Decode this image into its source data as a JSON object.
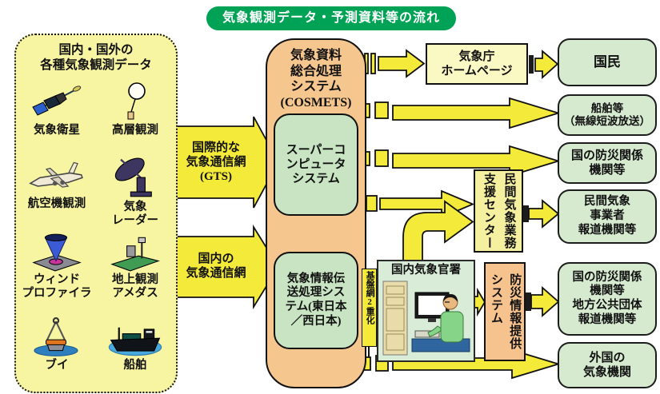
{
  "title": "気象観測データ・予測資料等の流れ",
  "colors": {
    "title_green": "#00A355",
    "panel_yellow": "#F7F5A2",
    "arrow_yellow": "#F4EA3A",
    "cosmets_peach": "#F6C68F",
    "recipient_green": "#D6EAD0",
    "homepage_yellow": "#FBF9C3"
  },
  "left_panel": {
    "title": "国内・国外の\n各種気象観測データ",
    "items": [
      {
        "label": "気象衛星",
        "icon": "satellite-icon"
      },
      {
        "label": "高層観測",
        "icon": "balloon-icon"
      },
      {
        "label": "航空機観測",
        "icon": "airplane-icon"
      },
      {
        "label": "気象\nレーダー",
        "icon": "radar-icon"
      },
      {
        "label": "ウィンド\nプロファイラ",
        "icon": "wind-profiler-icon"
      },
      {
        "label": "地上観測\nアメダス",
        "icon": "ground-observation-icon"
      },
      {
        "label": "ブイ",
        "icon": "buoy-icon"
      },
      {
        "label": "船舶",
        "icon": "ship-icon"
      }
    ]
  },
  "network_arrows": {
    "international": "国際的な\n気象通信網\n(GTS)",
    "domestic": "国内の\n気象通信網"
  },
  "cosmets": {
    "title": "気象資料\n総合処理\nシステム\n(COSMETS)",
    "supercomputer": "スーパーコ\nンピュータ\nシステム",
    "transmission": "気象情報伝\n送処理シス\nテム(東日本\n／西日本)"
  },
  "homepage_box": {
    "label": "気象庁\nホームページ"
  },
  "support_center": {
    "label": "民間気象業務支援センター"
  },
  "domestic_office": {
    "label": "国内気象官署"
  },
  "backbone": {
    "label": "基盤網2重化"
  },
  "disaster_system": {
    "label": "防災情報提供システム"
  },
  "recipients": [
    {
      "label": "国民"
    },
    {
      "label": "船舶等\n（無線短波放送）"
    },
    {
      "label": "国の防災関係\n機関等"
    },
    {
      "label": "民間気象\n事業者\n報道機関等"
    },
    {
      "label": "国の防災関係\n機関等\n地方公共団体\n報道機関等"
    },
    {
      "label": "外国の\n気象機関"
    }
  ]
}
